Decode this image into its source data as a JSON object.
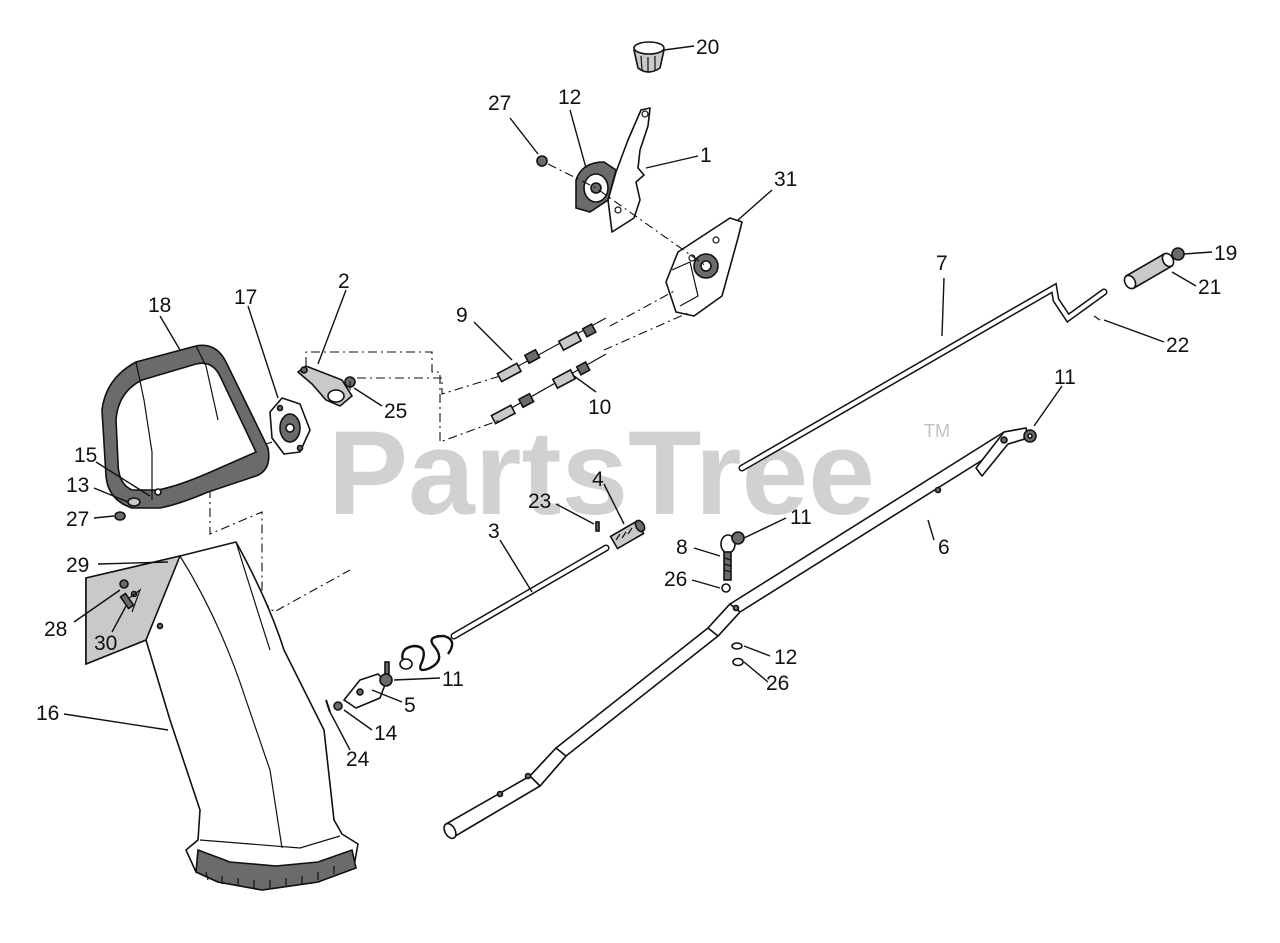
{
  "watermark": {
    "text": "PartsTree",
    "trademark": "TM"
  },
  "callouts": [
    {
      "id": "c20",
      "label": "20"
    },
    {
      "id": "c27a",
      "label": "27"
    },
    {
      "id": "c12a",
      "label": "12"
    },
    {
      "id": "c1",
      "label": "1"
    },
    {
      "id": "c31",
      "label": "31"
    },
    {
      "id": "c19",
      "label": "19"
    },
    {
      "id": "c7",
      "label": "7"
    },
    {
      "id": "c21",
      "label": "21"
    },
    {
      "id": "c22",
      "label": "22"
    },
    {
      "id": "c18",
      "label": "18"
    },
    {
      "id": "c17",
      "label": "17"
    },
    {
      "id": "c2",
      "label": "2"
    },
    {
      "id": "c9",
      "label": "9"
    },
    {
      "id": "c25",
      "label": "25"
    },
    {
      "id": "c10",
      "label": "10"
    },
    {
      "id": "c11a",
      "label": "11"
    },
    {
      "id": "c15",
      "label": "15"
    },
    {
      "id": "c13",
      "label": "13"
    },
    {
      "id": "c27b",
      "label": "27"
    },
    {
      "id": "c4",
      "label": "4"
    },
    {
      "id": "c23",
      "label": "23"
    },
    {
      "id": "c11b",
      "label": "11"
    },
    {
      "id": "c3",
      "label": "3"
    },
    {
      "id": "c6",
      "label": "6"
    },
    {
      "id": "c8",
      "label": "8"
    },
    {
      "id": "c29",
      "label": "29"
    },
    {
      "id": "c26a",
      "label": "26"
    },
    {
      "id": "c28",
      "label": "28"
    },
    {
      "id": "c30",
      "label": "30"
    },
    {
      "id": "c12b",
      "label": "12"
    },
    {
      "id": "c11c",
      "label": "11"
    },
    {
      "id": "c26b",
      "label": "26"
    },
    {
      "id": "c5",
      "label": "5"
    },
    {
      "id": "c16",
      "label": "16"
    },
    {
      "id": "c14",
      "label": "14"
    },
    {
      "id": "c24",
      "label": "24"
    }
  ]
}
